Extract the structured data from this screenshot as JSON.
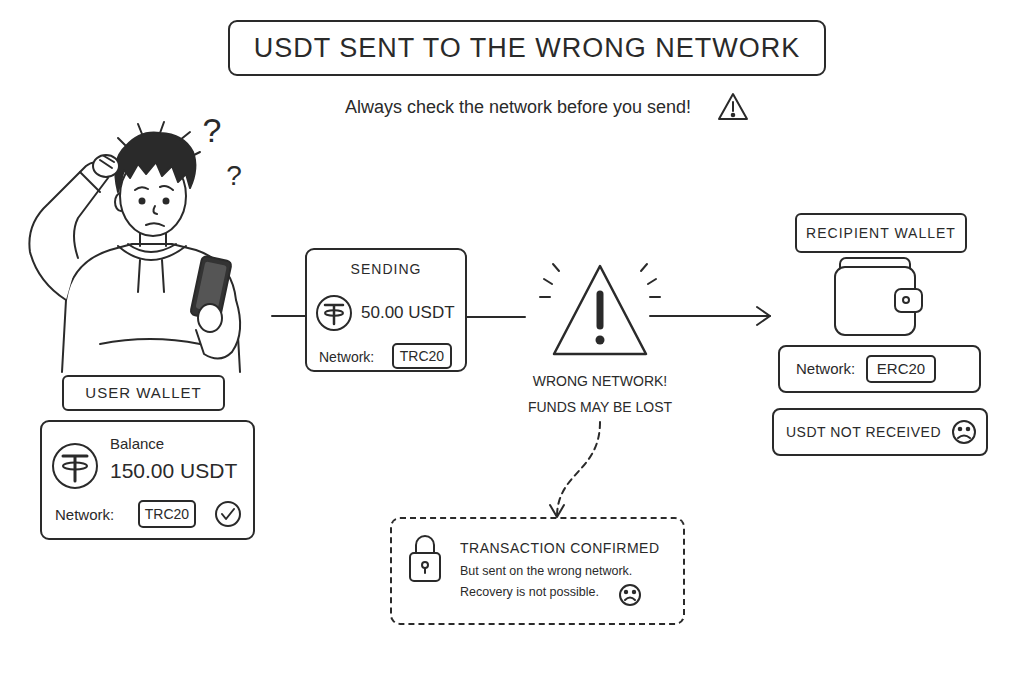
{
  "diagram": {
    "title": "USDT SENT TO THE WRONG NETWORK",
    "nodes": [
      {
        "text": [
          "USER WALLET"
        ]
      },
      {
        "text": [
          "Balance",
          "150.00 USDT",
          "Network:"
        ]
      },
      {
        "text": [
          "TRC20"
        ],
        "in": 1
      },
      {
        "text": [
          "SENDING",
          "50.00 USDT",
          "Network:"
        ]
      },
      {
        "text": [
          "TRC20"
        ],
        "in": 3
      },
      {
        "text": [
          "WRONG NETWORK! FUNDS MAY BE LOST"
        ]
      },
      {
        "text": [
          "RECIPIENT WALLET"
        ]
      },
      {
        "text": [
          "Network:"
        ]
      },
      {
        "text": [
          "ERC20"
        ],
        "in": 7
      },
      {
        "text": [
          "USDT NOT RECEIVED"
        ]
      },
      {
        "text": [
          "TRANSACTION CONFIRMED",
          "But sent on the wrong network. Recovery is not possible."
        ]
      }
    ],
    "edges": [
      {
        "from": 3,
        "to": 5,
        "arrow": "none"
      },
      {
        "from": 5,
        "to": 10,
        "arrow": "to"
      }
    ],
    "labels": [
      "Always check the network before you send!",
      "?",
      "?"
    ]
  }
}
